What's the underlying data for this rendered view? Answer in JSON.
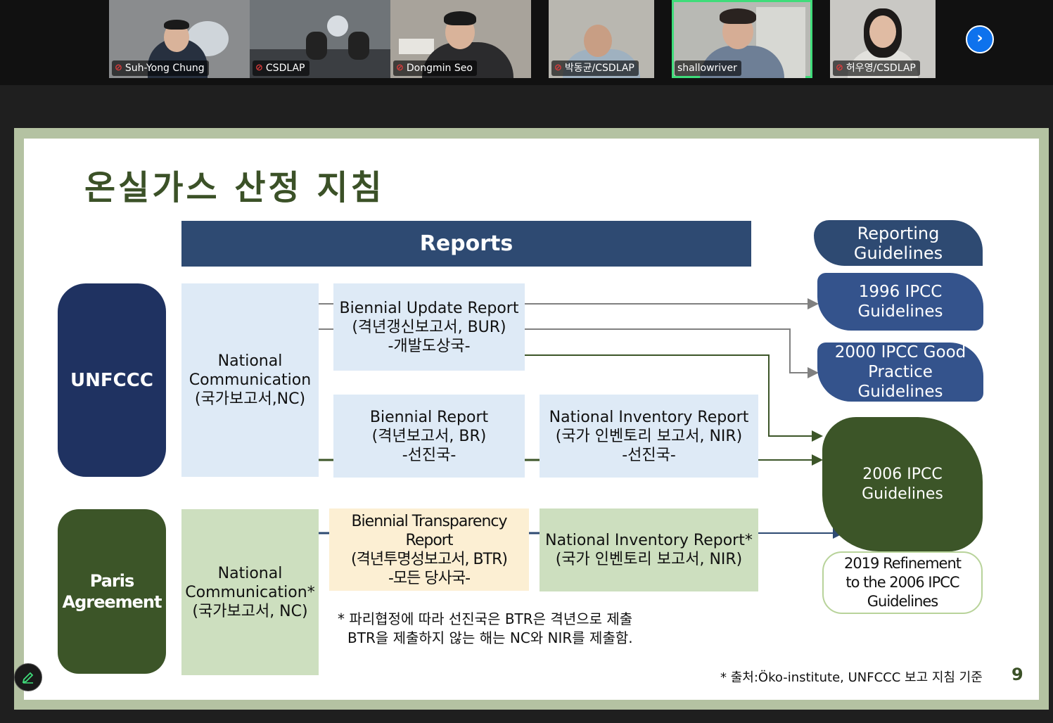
{
  "participants": [
    {
      "name": "Suh-Yong Chung",
      "muted": true
    },
    {
      "name": "CSDLAP",
      "muted": true
    },
    {
      "name": "Dongmin Seo",
      "muted": true
    },
    {
      "name": "박동균/CSDLAP",
      "muted": true
    },
    {
      "name": "shallowriver",
      "muted": false,
      "active_speaker": true
    },
    {
      "name": "허우영/CSDLAP",
      "muted": true
    }
  ],
  "next_page_icon": "chevron-right-icon",
  "slide": {
    "title": "온실가스 산정 지침",
    "reports_header": "Reports",
    "reporting_guidelines": [
      "Reporting",
      "Guidelines"
    ],
    "unfccc": "UNFCCC",
    "paris": [
      "Paris",
      "Agreement"
    ],
    "nc_unfccc": [
      "National",
      "Communication",
      "(국가보고서,NC)"
    ],
    "bur": [
      "Biennial Update Report",
      "(격년갱신보고서, BUR)",
      "-개발도상국-"
    ],
    "br": [
      "Biennial Report",
      "(격년보고서, BR)",
      "-선진국-"
    ],
    "nir_unfccc": [
      "National Inventory Report",
      "(국가 인벤토리 보고서, NIR)",
      "-선진국-"
    ],
    "nc_paris": [
      "National",
      "Communication*",
      "(국가보고서, NC)"
    ],
    "btr": [
      "Biennial Transparency Report",
      "(격년투명성보고서, BTR)",
      "-모든 당사국-"
    ],
    "nir_paris": [
      "National Inventory Report*",
      "(국가 인벤토리 보고서, NIR)"
    ],
    "ipcc1996": [
      "1996 IPCC",
      "Guidelines"
    ],
    "ipcc2000": [
      "2000 IPCC Good",
      "Practice",
      "Guidelines"
    ],
    "ipcc2006": [
      "2006 IPCC",
      "Guidelines"
    ],
    "refinement2019": [
      "2019 Refinement",
      "to the 2006 IPCC",
      "Guidelines"
    ],
    "note": [
      "* 파리협정에 따라 선진국은 BTR은 격년으로 제출",
      "BTR을 제출하지 않는 해는 NC와 NIR를 제출함."
    ],
    "source": "* 출처:Öko-institute, UNFCCC 보고 지침 기준",
    "page_number": "9"
  },
  "colors": {
    "navy": "#1f3261",
    "blue": "#34538c",
    "green": "#3c5528",
    "title_green": "#3b5127",
    "active_border": "#3fdc7a",
    "mute_red": "#e23b3b"
  },
  "annotate_icon": "pen-icon"
}
